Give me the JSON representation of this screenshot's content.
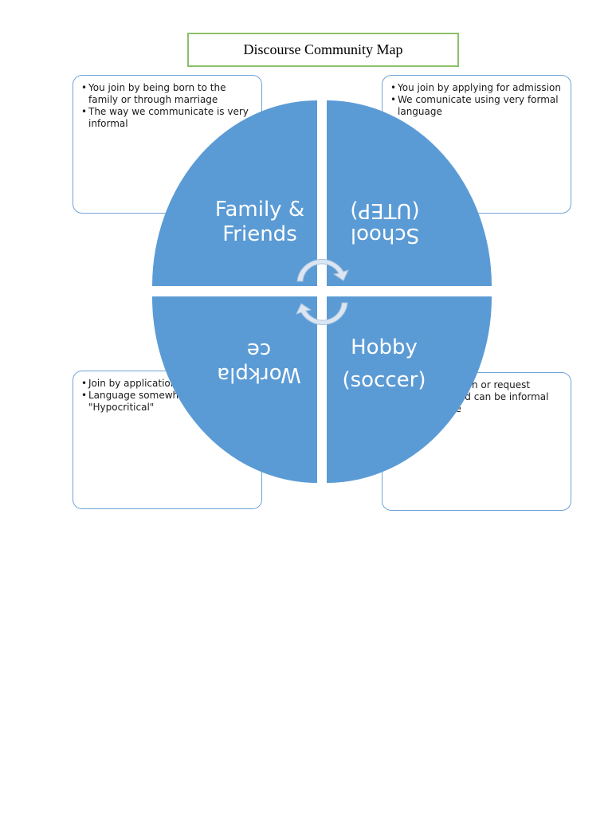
{
  "title": "Discourse Community Map",
  "notes": {
    "top_left": [
      "You join by being born to the family or through marriage",
      "The way we communicate is very informal"
    ],
    "top_right": [
      "You join by applying for admission",
      "We comunicate using very formal language"
    ],
    "bottom_left": [
      "Join by application",
      "Language somewhat \"Hypocritical\""
    ],
    "bottom_right": [
      "Join by invitation or request",
      "Language used can be informal and primitive"
    ]
  },
  "quadrants": {
    "top_left": {
      "line1": "Family &",
      "line2": "Friends"
    },
    "top_right": {
      "line1": "School",
      "line2": "(UTEP)"
    },
    "bottom_left": {
      "line1": "Workpla",
      "line2": "ce"
    },
    "bottom_right": {
      "line1": "Hobby",
      "line2": "(soccer)"
    }
  },
  "colors": {
    "quadrant_fill": "#5b9bd5",
    "note_border": "#6fa3d6",
    "title_border": "#8cc06a",
    "arrow_fill": "#dbe6f2"
  },
  "icons": [
    "cycle-arrow-icon",
    "cycle-arrow-icon"
  ]
}
